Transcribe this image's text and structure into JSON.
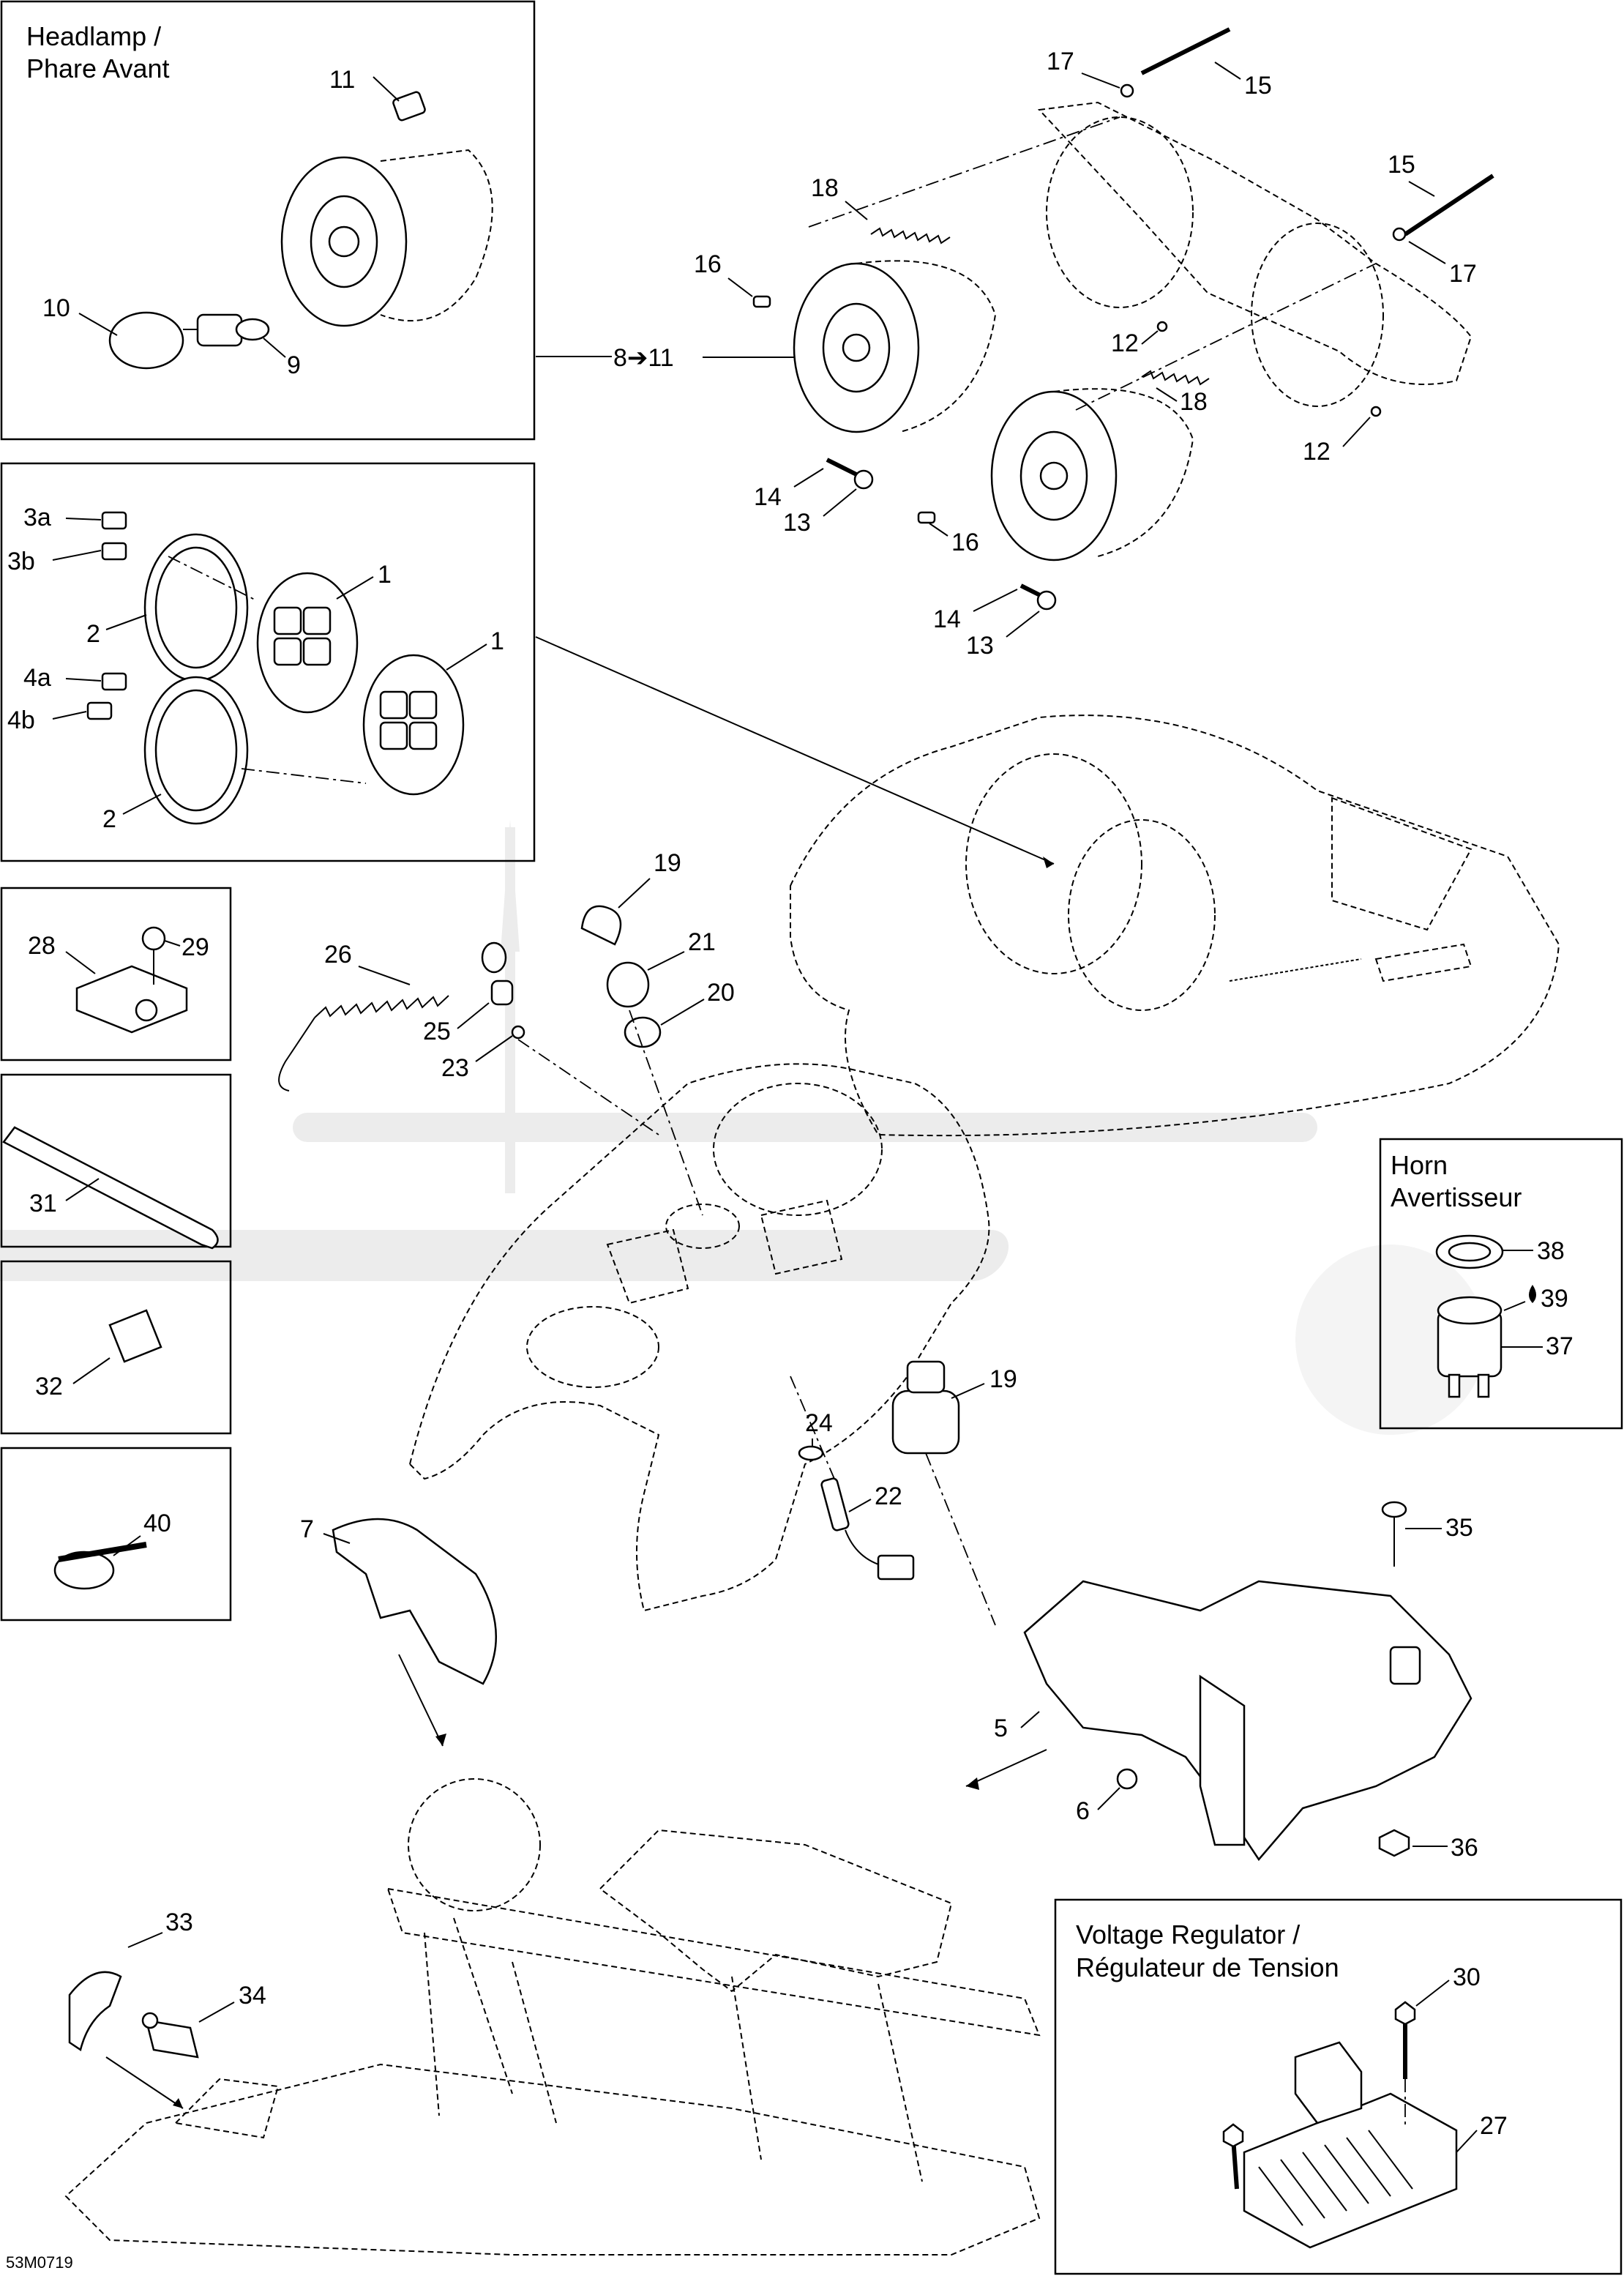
{
  "insets": {
    "headlamp": {
      "title_line1": "Headlamp /",
      "title_line2": "Phare Avant"
    },
    "horn": {
      "title_line1": "Horn",
      "title_line2": "Avertisseur"
    },
    "voltage_regulator": {
      "title_line1": "Voltage Regulator /",
      "title_line2": "Régulateur de Tension"
    }
  },
  "callouts": {
    "c1a": "1",
    "c1b": "1",
    "c2a": "2",
    "c2b": "2",
    "c3a": "3a",
    "c3b": "3b",
    "c4a": "4a",
    "c4b": "4b",
    "c5": "5",
    "c6": "6",
    "c7": "7",
    "c8_11": "8➔11",
    "c9": "9",
    "c10": "10",
    "c11": "11",
    "c12a": "12",
    "c12b": "12",
    "c13a": "13",
    "c13b": "13",
    "c14a": "14",
    "c14b": "14",
    "c15a": "15",
    "c15b": "15",
    "c16a": "16",
    "c16b": "16",
    "c17a": "17",
    "c17b": "17",
    "c18a": "18",
    "c18b": "18",
    "c19a": "19",
    "c19b": "19",
    "c20": "20",
    "c21": "21",
    "c22": "22",
    "c23": "23",
    "c24": "24",
    "c25": "25",
    "c26": "26",
    "c27": "27",
    "c28": "28",
    "c29": "29",
    "c30": "30",
    "c31": "31",
    "c32": "32",
    "c33": "33",
    "c34": "34",
    "c35": "35",
    "c36": "36",
    "c37": "37",
    "c38": "38",
    "c39": "39",
    "c40": "40"
  },
  "drawing_code": "53M0719",
  "icons": {
    "sealant": "drop-icon"
  }
}
